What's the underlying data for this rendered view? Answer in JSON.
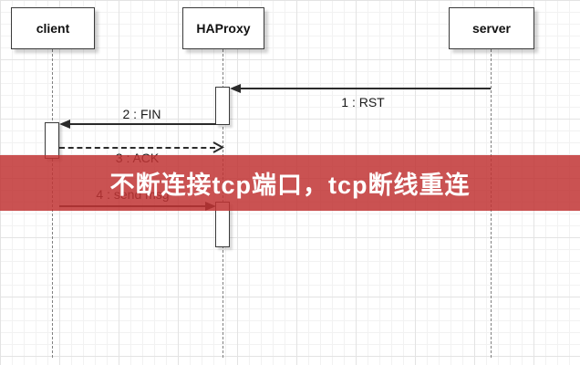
{
  "actors": [
    {
      "label": "client"
    },
    {
      "label": "HAProxy"
    },
    {
      "label": "server"
    }
  ],
  "messages": [
    {
      "label": "1 : RST",
      "from": "server",
      "to": "HAProxy",
      "line": "solid"
    },
    {
      "label": "2 : FIN",
      "from": "HAProxy",
      "to": "client",
      "line": "solid"
    },
    {
      "label": "3 : ACK",
      "from": "client",
      "to": "HAProxy",
      "line": "dashed"
    },
    {
      "label": "4 : send msg",
      "from": "client",
      "to": "HAProxy",
      "line": "solid"
    }
  ],
  "banner": {
    "text": "不断连接tcp端口，tcp断线重连",
    "color_hex": "#c13434",
    "background_rgba": "rgba(193,52,52,0.85)",
    "text_color": "#ffffff"
  }
}
